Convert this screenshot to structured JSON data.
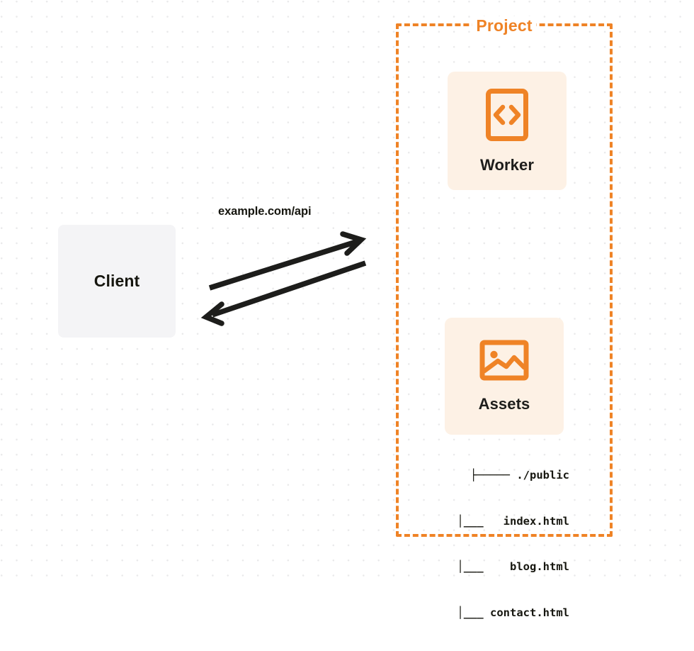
{
  "diagram": {
    "type": "architecture-diagram",
    "background": "dot-grid",
    "colors": {
      "accent_orange": "#ef8326",
      "node_fill_orange": "#fdf1e5",
      "node_fill_gray": "#f4f4f6",
      "text_dark": "#16160f",
      "dot_grid": "#e9e9ea",
      "arrow": "#1d1d1b"
    },
    "client": {
      "label": "Client"
    },
    "connection": {
      "label": "example.com/api",
      "direction": "bidirectional",
      "request_arrow": "points-right-to-project",
      "response_arrow": "points-left-to-client"
    },
    "project": {
      "title": "Project",
      "border_style": "dashed",
      "nodes": [
        {
          "id": "worker",
          "label": "Worker",
          "icon": "code-brackets-icon"
        },
        {
          "id": "assets",
          "label": "Assets",
          "icon": "image-picture-icon"
        }
      ],
      "file_tree": [
        {
          "branch": "├─────",
          "name": "./public"
        },
        {
          "branch": "│___",
          "name": "index.html"
        },
        {
          "branch": "│___",
          "name": "blog.html"
        },
        {
          "branch": "│___",
          "name": "contact.html"
        }
      ],
      "file_tree_lines": [
        "├───── ./public",
        "│___   index.html",
        "│___    blog.html",
        "│___ contact.html"
      ]
    }
  }
}
